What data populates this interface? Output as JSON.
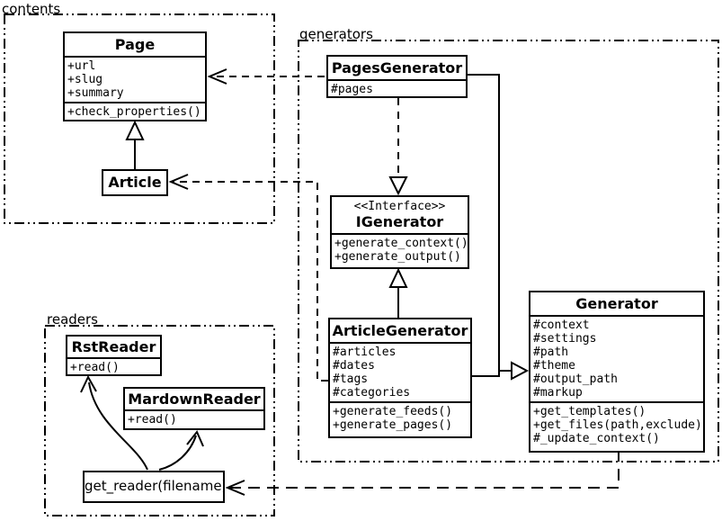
{
  "diagram": {
    "type": "uml-class-diagram",
    "packages": [
      {
        "id": "contents",
        "label": "contents"
      },
      {
        "id": "generators",
        "label": "generators"
      },
      {
        "id": "readers",
        "label": "readers"
      }
    ],
    "classes": {
      "page": {
        "name": "Page",
        "attributes": [
          "+url",
          "+slug",
          "+summary"
        ],
        "methods": [
          "+check_properties()"
        ]
      },
      "article": {
        "name": "Article"
      },
      "pages_generator": {
        "name": "PagesGenerator",
        "attributes": [
          "#pages"
        ]
      },
      "igenerator": {
        "stereotype": "<<Interface>>",
        "name": "IGenerator",
        "methods": [
          "+generate_context()",
          "+generate_output()"
        ]
      },
      "article_generator": {
        "name": "ArticleGenerator",
        "attributes": [
          "#articles",
          "#dates",
          "#tags",
          "#categories"
        ],
        "methods": [
          "+generate_feeds()",
          "+generate_pages()"
        ]
      },
      "generator": {
        "name": "Generator",
        "attributes": [
          "#context",
          "#settings",
          "#path",
          "#theme",
          "#output_path",
          "#markup"
        ],
        "methods": [
          "+get_templates()",
          "+get_files(path,exclude)",
          "#_update_context()"
        ]
      },
      "rst_reader": {
        "name": "RstReader",
        "methods": [
          "+read()"
        ]
      },
      "mardown_reader": {
        "name": "MardownReader",
        "methods": [
          "+read()"
        ]
      }
    },
    "nodes": {
      "get_reader": {
        "label": "get_reader(filename)"
      }
    },
    "relationships": [
      {
        "from": "Article",
        "to": "Page",
        "type": "inheritance"
      },
      {
        "from": "PagesGenerator",
        "to": "IGenerator",
        "type": "realization"
      },
      {
        "from": "ArticleGenerator",
        "to": "IGenerator",
        "type": "inheritance"
      },
      {
        "from": "PagesGenerator",
        "to": "Generator",
        "type": "inheritance"
      },
      {
        "from": "ArticleGenerator",
        "to": "Generator",
        "type": "inheritance"
      },
      {
        "from": "PagesGenerator",
        "to": "Page",
        "type": "dependency"
      },
      {
        "from": "ArticleGenerator",
        "to": "Article",
        "type": "dependency"
      },
      {
        "from": "Generator",
        "to": "get_reader(filename)",
        "type": "dependency"
      },
      {
        "from": "get_reader(filename)",
        "to": "RstReader",
        "type": "call"
      },
      {
        "from": "get_reader(filename)",
        "to": "MardownReader",
        "type": "call"
      }
    ]
  },
  "colors": {
    "line": "#000000",
    "background": "#ffffff"
  }
}
